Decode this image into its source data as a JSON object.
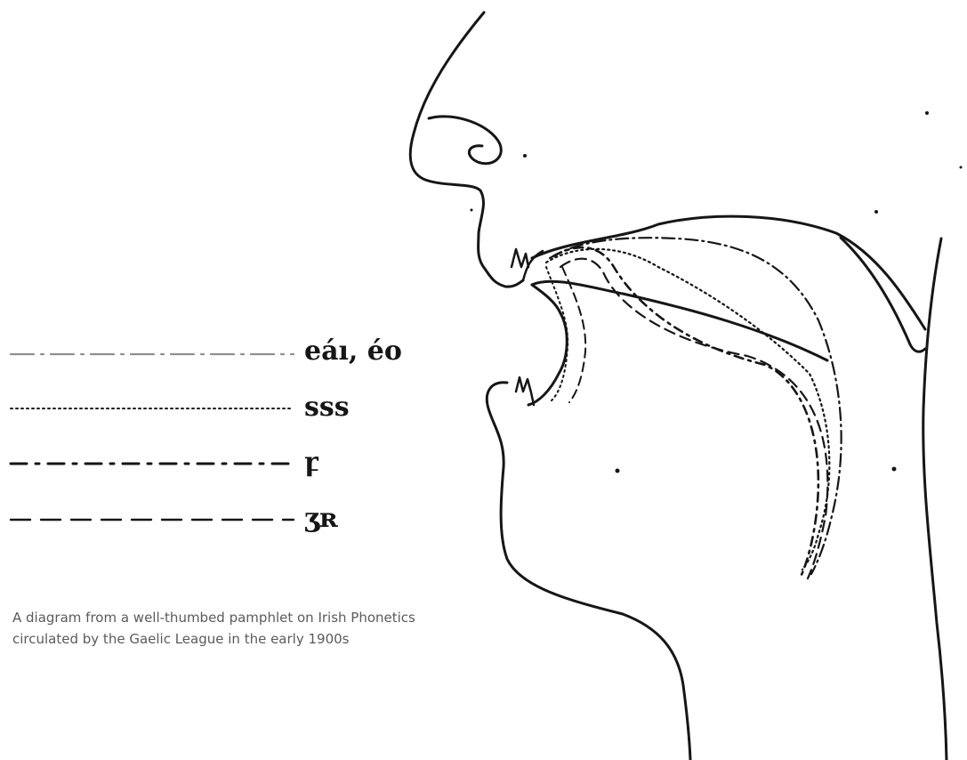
{
  "legend": {
    "items": [
      {
        "label": "eáı, éo",
        "line_style": "dash-dot"
      },
      {
        "label": "sss",
        "line_style": "dotted"
      },
      {
        "label": "ꝼ",
        "line_style": "dot-dash"
      },
      {
        "label": "ʒʀ",
        "line_style": "dashed"
      }
    ]
  },
  "caption": {
    "line1": "A diagram from a well-thumbed pamphlet on Irish Phonetics",
    "line2": "circulated by the Gaelic League in the early 1900s"
  },
  "colors": {
    "ink": "#161616",
    "caption_text": "#5b5b5b",
    "background": "#ffffff"
  }
}
